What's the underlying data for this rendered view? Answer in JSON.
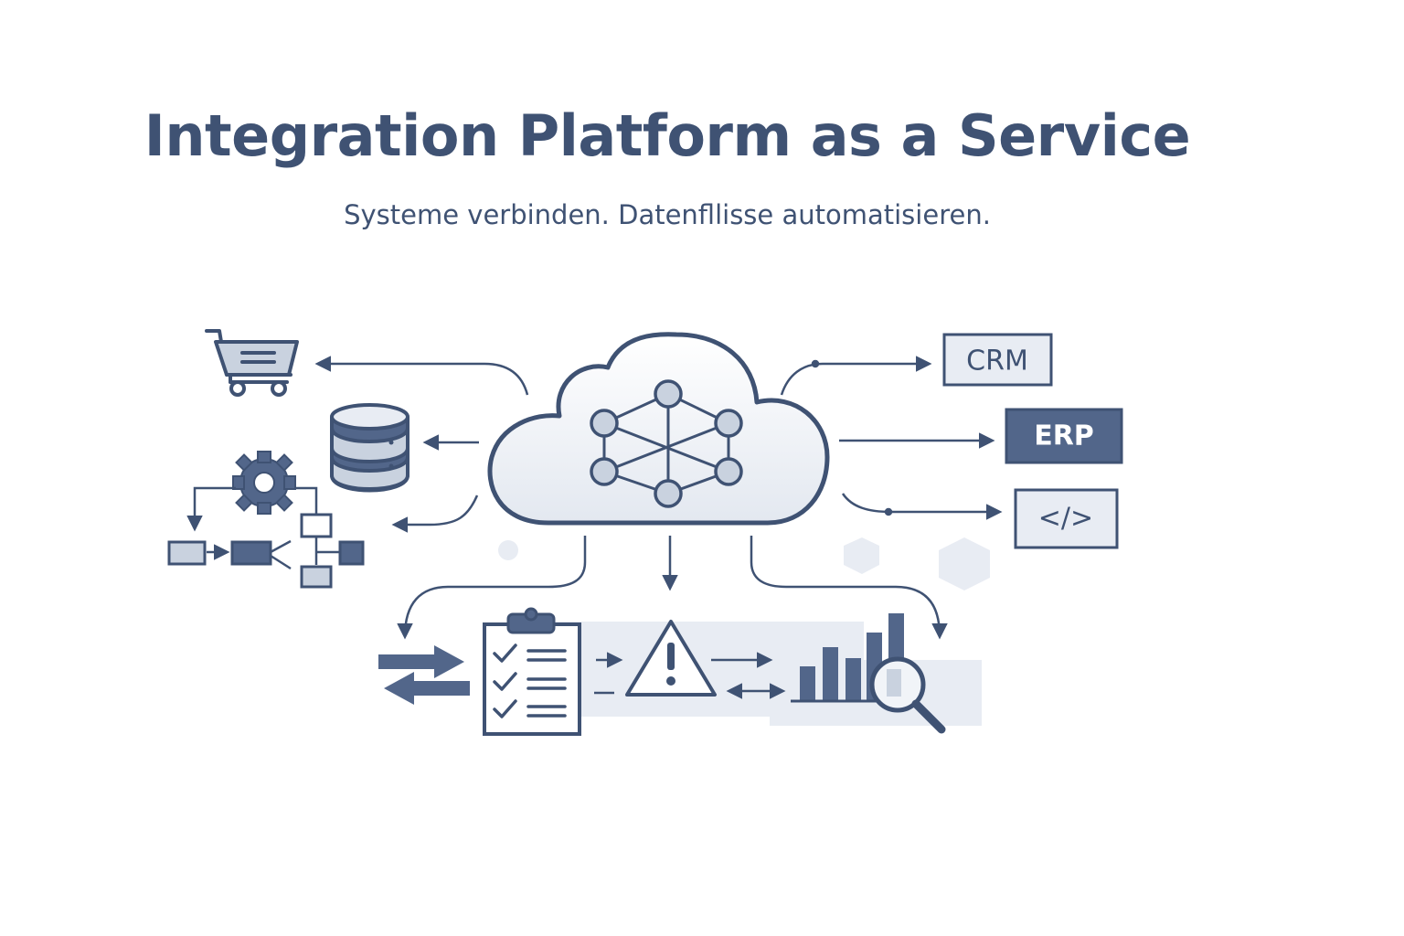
{
  "header": {
    "title": "Integration Platform as a Service",
    "subtitle": "Systeme verbinden. Datenfllisse automatisieren."
  },
  "targets": {
    "crm_label": "CRM",
    "erp_label": "ERP",
    "code_label": "</>"
  },
  "icons": [
    "cloud-network-icon",
    "shopping-cart-icon",
    "database-icon",
    "gear-workflow-icon",
    "transfer-arrows-icon",
    "checklist-clipboard-icon",
    "warning-icon",
    "bar-chart-icon",
    "magnifier-icon",
    "hexagon-icon",
    "dot-icon"
  ],
  "colors": {
    "primary": "#3f5273",
    "accent_fill": "#52668a",
    "light_fill": "#e8ecf3",
    "node_fill": "#c9d2df"
  }
}
